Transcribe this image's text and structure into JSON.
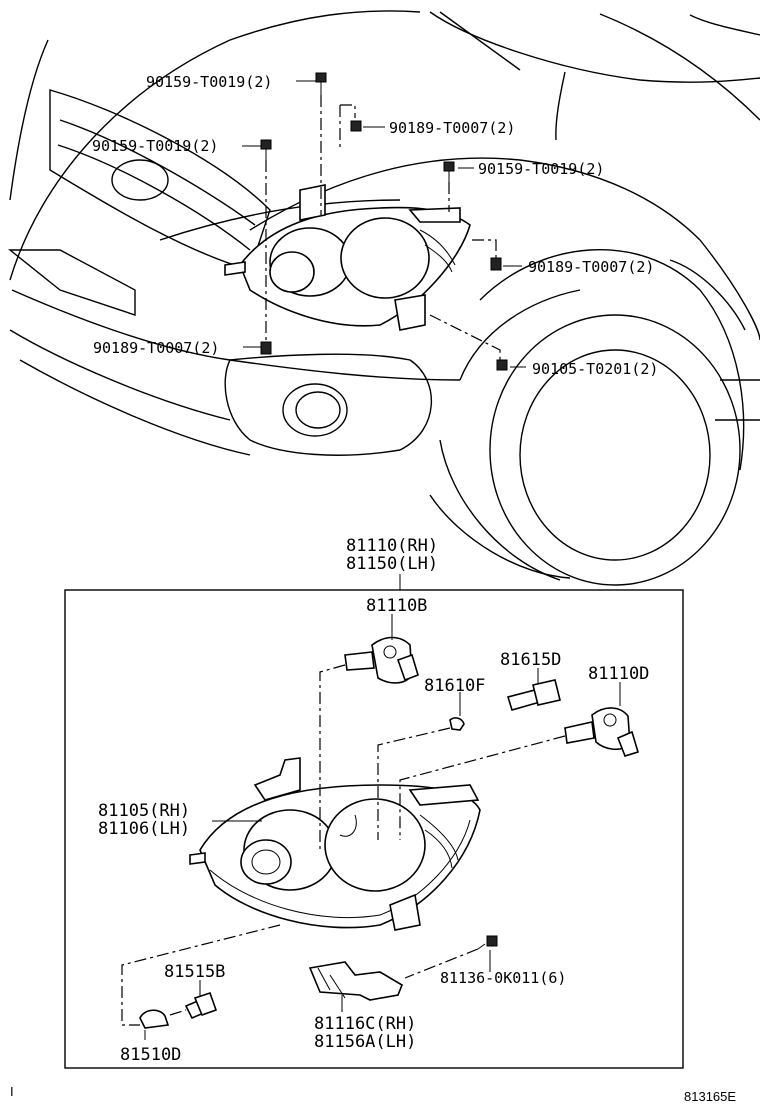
{
  "callouts_top": {
    "bolt_top": "90159-T0019(2)",
    "bolt_left": "90159-T0019(2)",
    "bolt_right": "90159-T0019(2)",
    "clip_top": "90189-T0007(2)",
    "clip_right": "90189-T0007(2)",
    "clip_left": "90189-T0007(2)",
    "screw_bracket": "90105-T0201(2)"
  },
  "assembly": {
    "rh": "81110(RH)",
    "lh": "81150(LH)"
  },
  "parts": {
    "bulb_high": "81110B",
    "socket_side": "81615D",
    "bulb_small": "81610F",
    "bulb_low": "81110D",
    "housing_rh": "81105(RH)",
    "housing_lh": "81106(LH)",
    "socket_bottom": "81515B",
    "bulb_bottom": "81510D",
    "screw_bracket": "81136-0K011(6)",
    "bracket_rh": "81116C(RH)",
    "bracket_lh": "81156A(LH)"
  },
  "footer": {
    "left_mark": "I",
    "diagram_id": "813165E"
  }
}
